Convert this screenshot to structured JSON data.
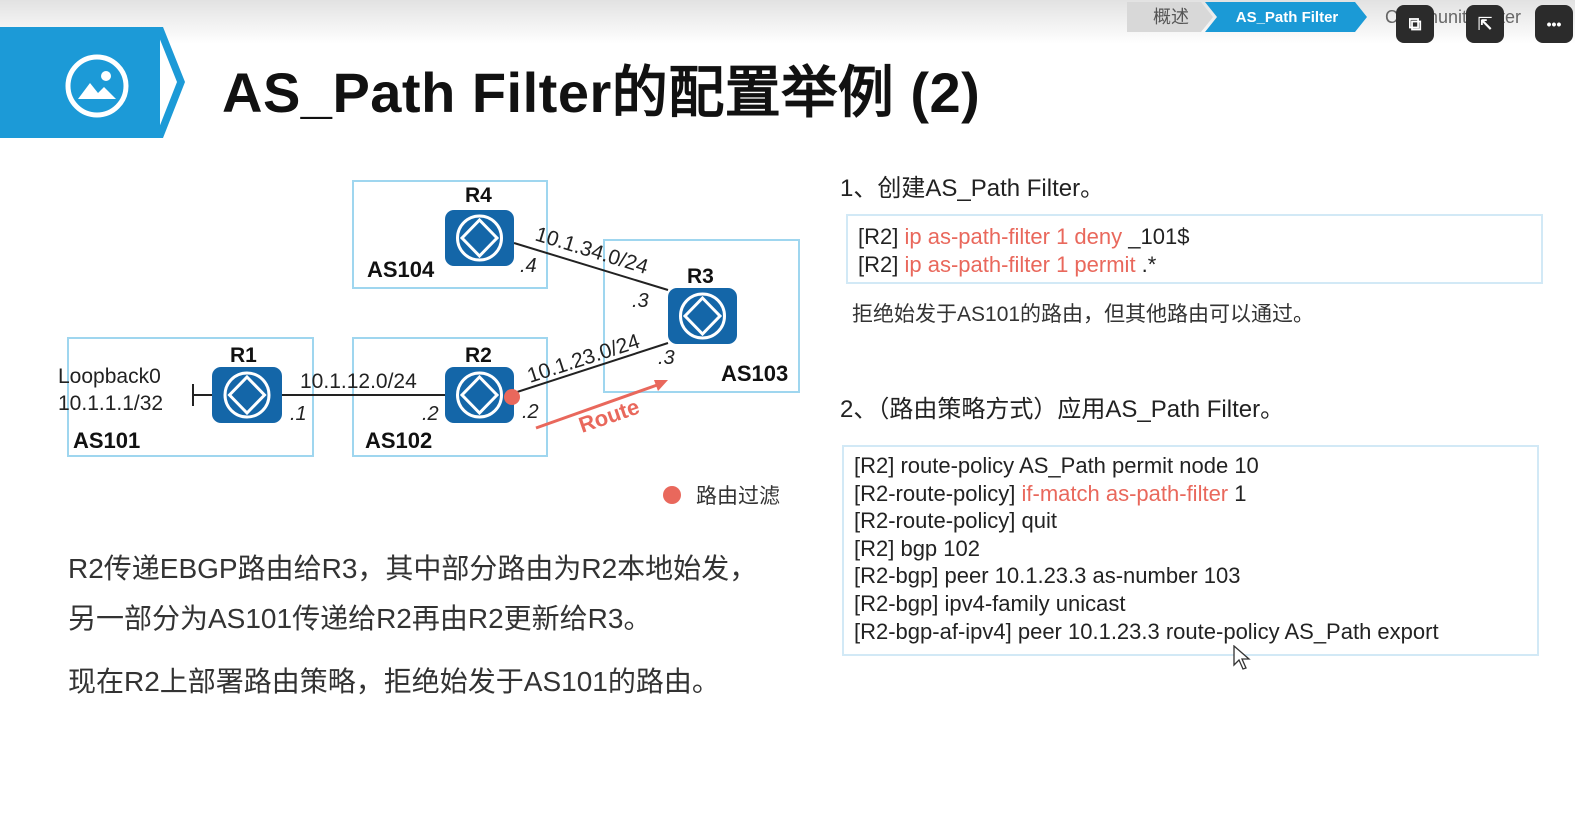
{
  "topbar": {
    "breadcrumb": [
      "概述",
      "AS_Path Filter",
      "Community Filter"
    ],
    "active_index": 1,
    "controls": [
      {
        "name": "screen-share-icon",
        "glyph": "⧉"
      },
      {
        "name": "popout-icon",
        "glyph": "⇱"
      },
      {
        "name": "more-icon",
        "glyph": "•••"
      }
    ]
  },
  "header": {
    "title": "AS_Path Filter的配置举例 (2)",
    "icon": "image-icon",
    "accent_color": "#1c9ad7"
  },
  "diagram": {
    "routers": [
      {
        "id": "R1",
        "as": "AS101"
      },
      {
        "id": "R2",
        "as": "AS102"
      },
      {
        "id": "R3",
        "as": "AS103"
      },
      {
        "id": "R4",
        "as": "AS104"
      }
    ],
    "loopback": {
      "name": "Loopback0",
      "address": "10.1.1.1/32"
    },
    "links": [
      {
        "subnet": "10.1.12.0/24",
        "a_if": ".1",
        "b_if": ".2"
      },
      {
        "subnet": "10.1.23.0/24",
        "a_if": ".2",
        "b_if": ".3"
      },
      {
        "subnet": "10.1.34.0/24",
        "a_if": ".4",
        "b_if": ".3"
      }
    ],
    "route_label": "Route",
    "legend": "路由过滤",
    "filter_color": "#e9685c"
  },
  "description": {
    "paragraph1_line1": "R2传递EBGP路由给R3，其中部分路由为R2本地始发，",
    "paragraph1_line2": "另一部分为AS101传递给R2再由R2更新给R3。",
    "paragraph2": "现在R2上部署路由策略，拒绝始发于AS101的路由。"
  },
  "config": {
    "step1": "1、创建AS_Path Filter。",
    "step1_lines": [
      {
        "prefix": "[R2] ",
        "cmd": "ip as-path-filter 1 deny",
        "rest": " _101$"
      },
      {
        "prefix": "[R2] ",
        "cmd": "ip as-path-filter 1 permit",
        "rest": " .*"
      }
    ],
    "step1_note": "拒绝始发于AS101的路由，但其他路由可以通过。",
    "step2": "2、（路由策略方式）应用AS_Path Filter。",
    "step2_lines": [
      {
        "prefix": "[R2] route-policy AS_Path permit node 10",
        "cmd": "",
        "rest": ""
      },
      {
        "prefix": "[R2-route-policy] ",
        "cmd": "if-match as-path-filter",
        "rest": " 1"
      },
      {
        "prefix": "[R2-route-policy] quit",
        "cmd": "",
        "rest": ""
      },
      {
        "prefix": "[R2] bgp 102",
        "cmd": "",
        "rest": ""
      },
      {
        "prefix": "[R2-bgp] peer 10.1.23.3 as-number 103",
        "cmd": "",
        "rest": ""
      },
      {
        "prefix": "[R2-bgp] ipv4-family unicast",
        "cmd": "",
        "rest": ""
      },
      {
        "prefix": "[R2-bgp-af-ipv4] peer 10.1.23.3 route-policy AS_Path export",
        "cmd": "",
        "rest": ""
      }
    ]
  }
}
